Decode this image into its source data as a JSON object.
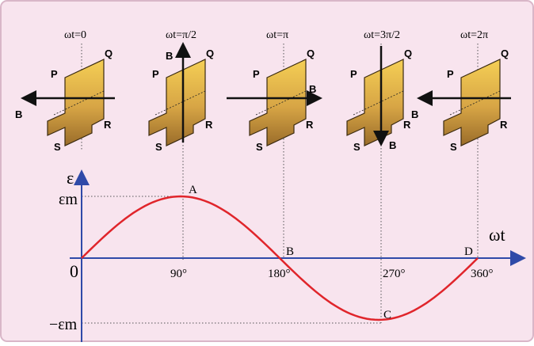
{
  "colors": {
    "background": "#f8e4ee",
    "border": "#d9b6c8",
    "axis": "#2f4aa8",
    "curve": "#e0252b",
    "coil_light": "#f5cf55",
    "coil_dark": "#9a6c2a",
    "dotted": "#555555"
  },
  "axes": {
    "y_label": "ε",
    "x_label": "ωt",
    "origin_label": "0",
    "y_max_label": "εm",
    "y_min_label": "−εm"
  },
  "ticks": [
    "90°",
    "180°",
    "270°",
    "360°"
  ],
  "points": [
    "A",
    "B",
    "C",
    "D"
  ],
  "coils": [
    {
      "phase_label": "ωt=0",
      "b_label": "B",
      "b_dir": "left",
      "corners": {
        "p": "P",
        "q": "Q",
        "r": "R",
        "s": "S"
      }
    },
    {
      "phase_label": "ωt=π/2",
      "b_label": "B",
      "b_dir": "up",
      "corners": {
        "p": "P",
        "q": "Q",
        "r": "R",
        "s": "S"
      }
    },
    {
      "phase_label": "ωt=π",
      "b_label": "B",
      "b_dir": "right",
      "corners": {
        "p": "P",
        "q": "Q",
        "r": "R",
        "s": "S"
      }
    },
    {
      "phase_label": "ωt=3π/2",
      "b_label": "B",
      "b_dir": "down",
      "corners": {
        "p": "P",
        "q": "Q",
        "r": "R",
        "s": "S"
      }
    },
    {
      "phase_label": "ωt=2π",
      "b_label": "B",
      "b_dir": "left",
      "corners": {
        "p": "P",
        "q": "Q",
        "r": "R",
        "s": "S"
      }
    }
  ]
}
